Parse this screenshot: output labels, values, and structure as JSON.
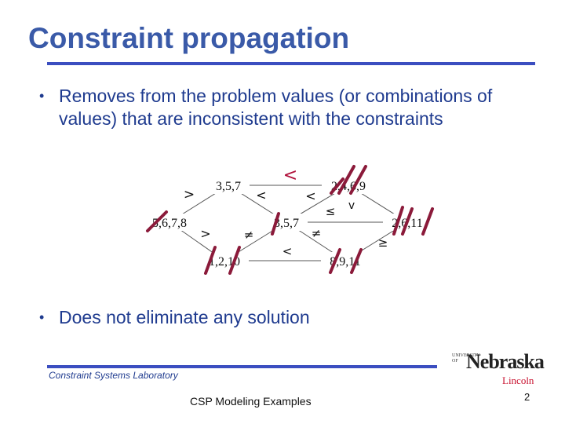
{
  "slide": {
    "title": "Constraint propagation",
    "bullet_marker": "•",
    "bullets": [
      "Removes from the problem values (or combinations of values) that are inconsistent with the constraints",
      "Does not eliminate any solution"
    ]
  },
  "diagram": {
    "nodes": [
      {
        "id": "a",
        "label": "3,5,7"
      },
      {
        "id": "b",
        "label": "2,4,6,9"
      },
      {
        "id": "c",
        "label": "5,6,7,8"
      },
      {
        "id": "d",
        "label": "3,5,7"
      },
      {
        "id": "e",
        "label": "2,6,11"
      },
      {
        "id": "f",
        "label": "1,2,10"
      },
      {
        "id": "g",
        "label": "8,9,11"
      }
    ],
    "edges": [
      {
        "from": "a",
        "to": "b",
        "label": "<"
      },
      {
        "from": "c",
        "to": "a",
        "label": ">"
      },
      {
        "from": "a",
        "to": "d",
        "label": "<"
      },
      {
        "from": "b",
        "to": "d",
        "label": "<"
      },
      {
        "from": "b",
        "to": "e",
        "label": "v"
      },
      {
        "from": "d",
        "to": "e",
        "label": "≤"
      },
      {
        "from": "c",
        "to": "f",
        "label": ">"
      },
      {
        "from": "f",
        "to": "d",
        "label": "≠"
      },
      {
        "from": "f",
        "to": "g",
        "label": "<"
      },
      {
        "from": "d",
        "to": "g",
        "label": "≠"
      },
      {
        "from": "g",
        "to": "e",
        "label": "≥"
      }
    ],
    "strike_color": "#8b1a3a"
  },
  "footer": {
    "lab": "Constraint Systems Laboratory",
    "center": "CSP Modeling Examples",
    "page_number": "2"
  },
  "logo": {
    "university_of": "UNIVERSITY OF",
    "name": "Nebraska",
    "city": "Lincoln",
    "city_color": "#c8102e"
  }
}
